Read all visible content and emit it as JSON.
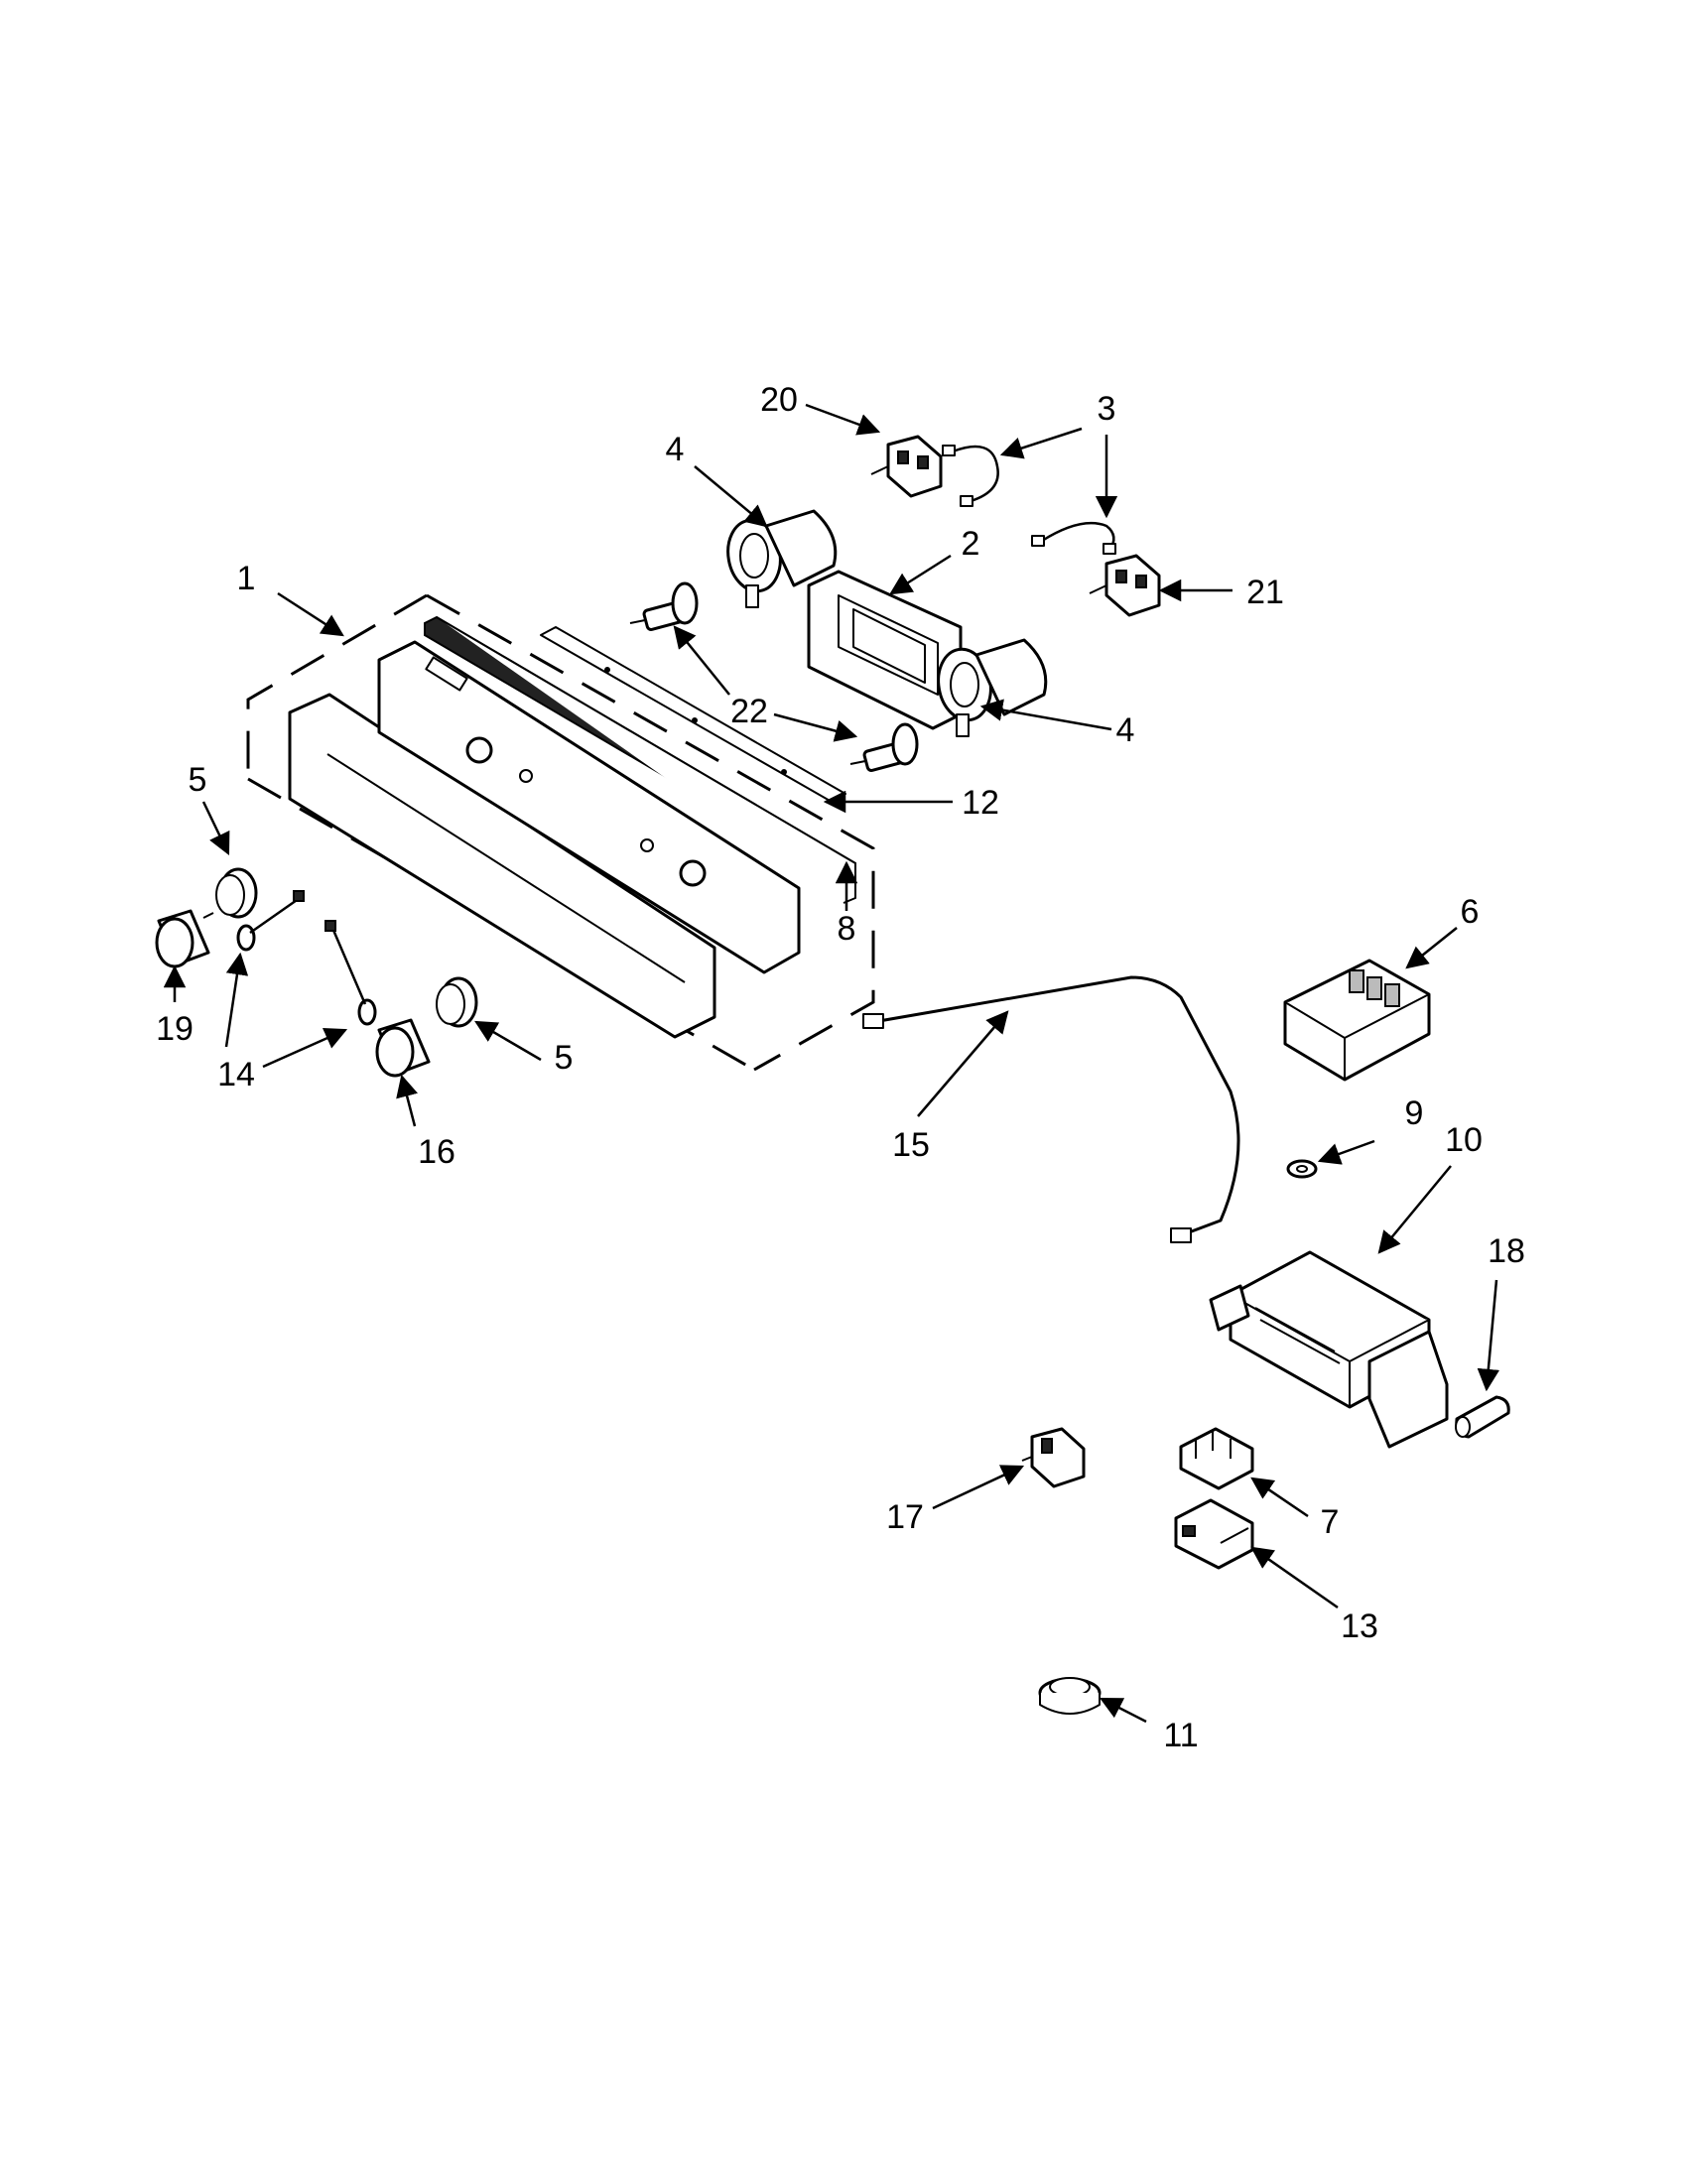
{
  "callouts": {
    "c1": "1",
    "c2": "2",
    "c3": "3",
    "c4a": "4",
    "c4b": "4",
    "c5a": "5",
    "c5b": "5",
    "c6": "6",
    "c7": "7",
    "c8": "8",
    "c9": "9",
    "c10": "10",
    "c11": "11",
    "c12": "12",
    "c13": "13",
    "c14": "14",
    "c15": "15",
    "c16": "16",
    "c17": "17",
    "c18": "18",
    "c19": "19",
    "c20": "20",
    "c21": "21",
    "c22": "22"
  }
}
